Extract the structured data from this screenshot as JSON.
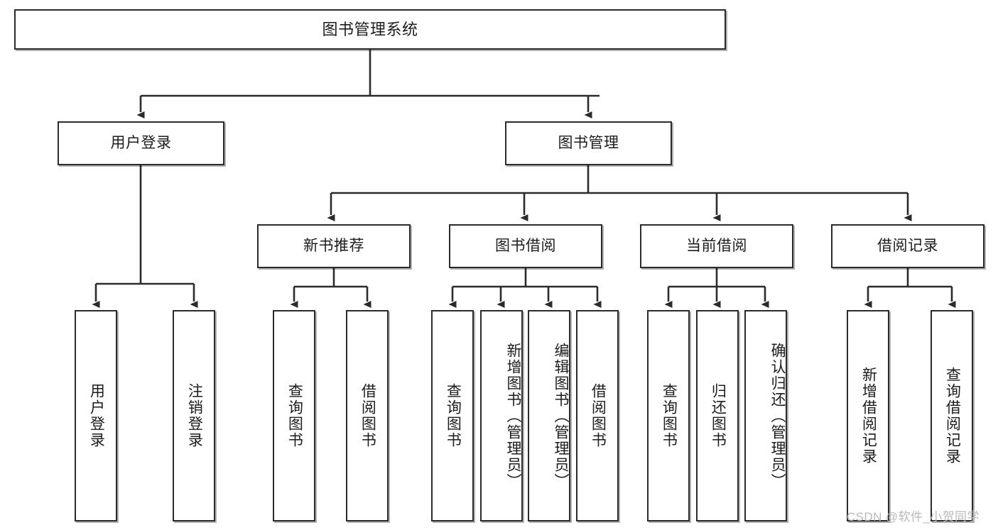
{
  "diagram": {
    "title": "图书管理系统",
    "type": "functional-structure-tree",
    "watermark": "CSDN @软件_小贺同学",
    "colors": {
      "box_border": "#2b2b2b",
      "box_fill": "#ffffff",
      "connector": "#2b2b2b",
      "text": "#1c1c1c",
      "watermark": "#b9b9b9"
    },
    "levels": {
      "root": {
        "label": "图书管理系统"
      },
      "level2": [
        {
          "id": "user-login",
          "label": "用户登录"
        },
        {
          "id": "book-manage",
          "label": "图书管理"
        }
      ],
      "level3": [
        {
          "id": "new-book-rec",
          "label": "新书推荐",
          "parent": "book-manage"
        },
        {
          "id": "book-borrow",
          "label": "图书借阅",
          "parent": "book-manage"
        },
        {
          "id": "current-borrow",
          "label": "当前借阅",
          "parent": "book-manage"
        },
        {
          "id": "borrow-record",
          "label": "借阅记录",
          "parent": "book-manage"
        }
      ],
      "leaves": [
        {
          "id": "leaf-1",
          "label": "用户登录",
          "parent": "user-login"
        },
        {
          "id": "leaf-2",
          "label": "注销登录",
          "parent": "user-login"
        },
        {
          "id": "leaf-3",
          "label": "查询图书",
          "parent": "new-book-rec"
        },
        {
          "id": "leaf-4",
          "label": "借阅图书",
          "parent": "new-book-rec"
        },
        {
          "id": "leaf-5",
          "label": "查询图书",
          "parent": "book-borrow"
        },
        {
          "id": "leaf-6",
          "label": "新增图书（管理员）",
          "parent": "book-borrow"
        },
        {
          "id": "leaf-7",
          "label": "编辑图书（管理员）",
          "parent": "book-borrow"
        },
        {
          "id": "leaf-8",
          "label": "借阅图书",
          "parent": "book-borrow"
        },
        {
          "id": "leaf-9",
          "label": "查询图书",
          "parent": "current-borrow"
        },
        {
          "id": "leaf-10",
          "label": "归还图书",
          "parent": "current-borrow"
        },
        {
          "id": "leaf-11",
          "label": "确认归还（管理员）",
          "parent": "current-borrow"
        },
        {
          "id": "leaf-12",
          "label": "新增借阅记录",
          "parent": "borrow-record"
        },
        {
          "id": "leaf-13",
          "label": "查询借阅记录",
          "parent": "borrow-record"
        }
      ]
    }
  }
}
